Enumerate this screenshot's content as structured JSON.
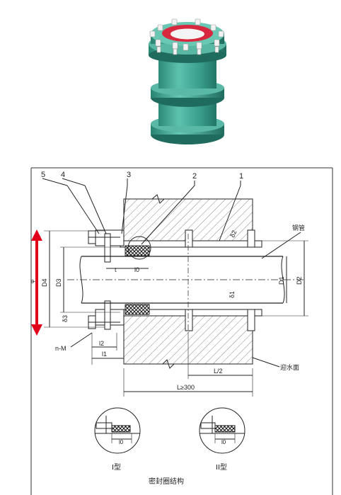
{
  "callouts": [
    "5",
    "4",
    "3",
    "2",
    "1"
  ],
  "dims": {
    "D4": "D4",
    "D3": "D3",
    "D1": "D1",
    "D2": "D2",
    "delta1": "δ1",
    "delta2": "δ2",
    "delta3": "δ3",
    "t": "t",
    "l0": "l0",
    "l1": "l1",
    "l2": "l2",
    "nM": "n-M",
    "L2": "L/2",
    "L300": "L≥300",
    "leftMark": "φ"
  },
  "labels": {
    "steel_pipe": "钢管",
    "water_face": "迎水面",
    "type1": "I型",
    "type2": "II型",
    "section_title": "密封圈结构"
  },
  "colors": {
    "sleeve_green": "#3fa897",
    "rubber_red": "#d8283f",
    "bolt_white": "#f2f2f2",
    "arrow_red": "#e0001a"
  }
}
